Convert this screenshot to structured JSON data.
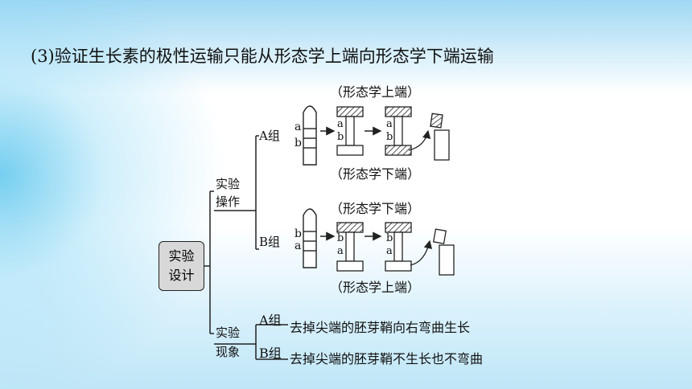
{
  "title": "(3)验证生长素的极性运输只能从形态学上端向形态学下端运输",
  "root_box": {
    "line1": "实验",
    "line2": "设计"
  },
  "branch_operation": {
    "line1": "实验",
    "line2": "操作"
  },
  "branch_phenomenon": {
    "line1": "实验",
    "line2": "现象"
  },
  "group_a": {
    "label": "A组",
    "top_caption": "（形态学上端）",
    "bottom_caption": "（形态学下端）",
    "mark_top": "a",
    "mark_bottom": "b"
  },
  "group_b": {
    "label": "B组",
    "top_caption": "（形态学下端）",
    "bottom_caption": "（形态学上端）",
    "mark_top": "b",
    "mark_bottom": "a"
  },
  "phenomena": [
    {
      "group": "A组",
      "text": "去掉尖端的胚芽鞘向右弯曲生长"
    },
    {
      "group": "B组",
      "text": "去掉尖端的胚芽鞘不生长也不弯曲"
    }
  ]
}
